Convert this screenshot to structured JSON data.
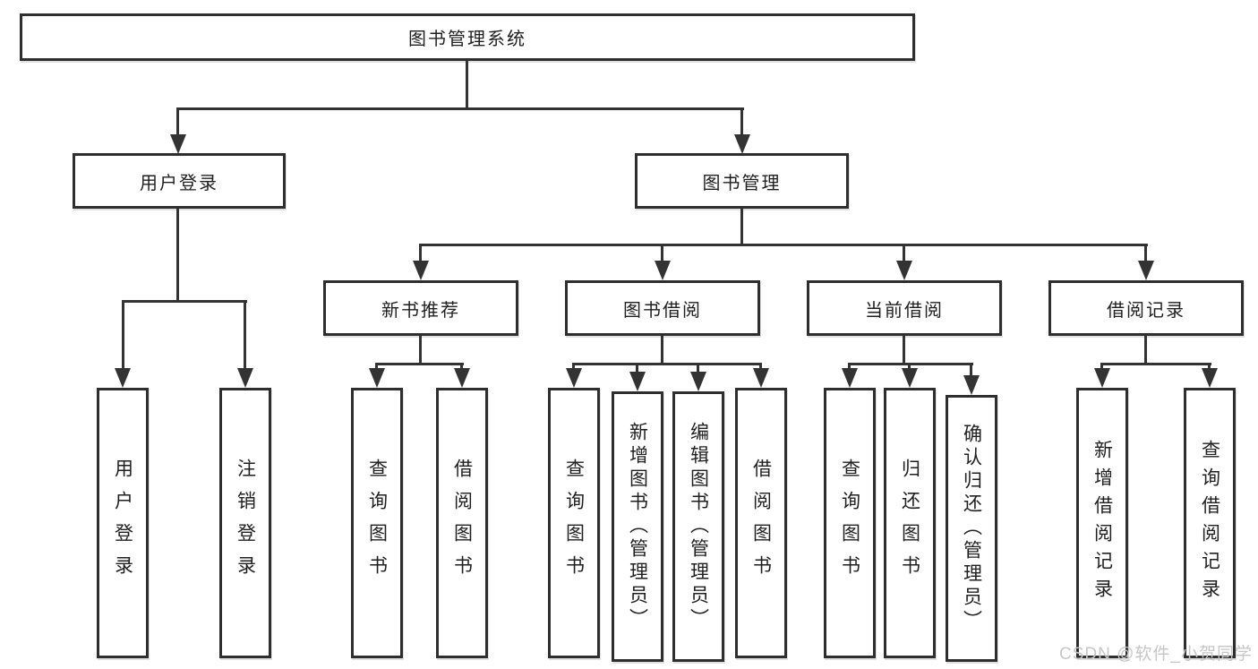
{
  "diagram": {
    "root": "图书管理系统",
    "level1": [
      "用户登录",
      "图书管理"
    ],
    "level2": [
      "新书推荐",
      "图书借阅",
      "当前借阅",
      "借阅记录"
    ],
    "leaves": {
      "user_login": [
        "用户登录",
        "注销登录"
      ],
      "new_book_rec": [
        "查询图书",
        "借阅图书"
      ],
      "book_borrow": [
        "查询图书",
        "新增图书（管理员）",
        "编辑图书（管理员）",
        "借阅图书"
      ],
      "current_borrow": [
        "查询图书",
        "归还图书",
        "确认归还（管理员）"
      ],
      "borrow_records": [
        "新增借阅记录",
        "查询借阅记录"
      ]
    }
  },
  "watermark": "CSDN @软件_小贺同学",
  "colors": {
    "line": "#333333",
    "box_border": "#2e2e2e",
    "background": "#ffffff",
    "watermark_text": "#c6c6c6"
  }
}
